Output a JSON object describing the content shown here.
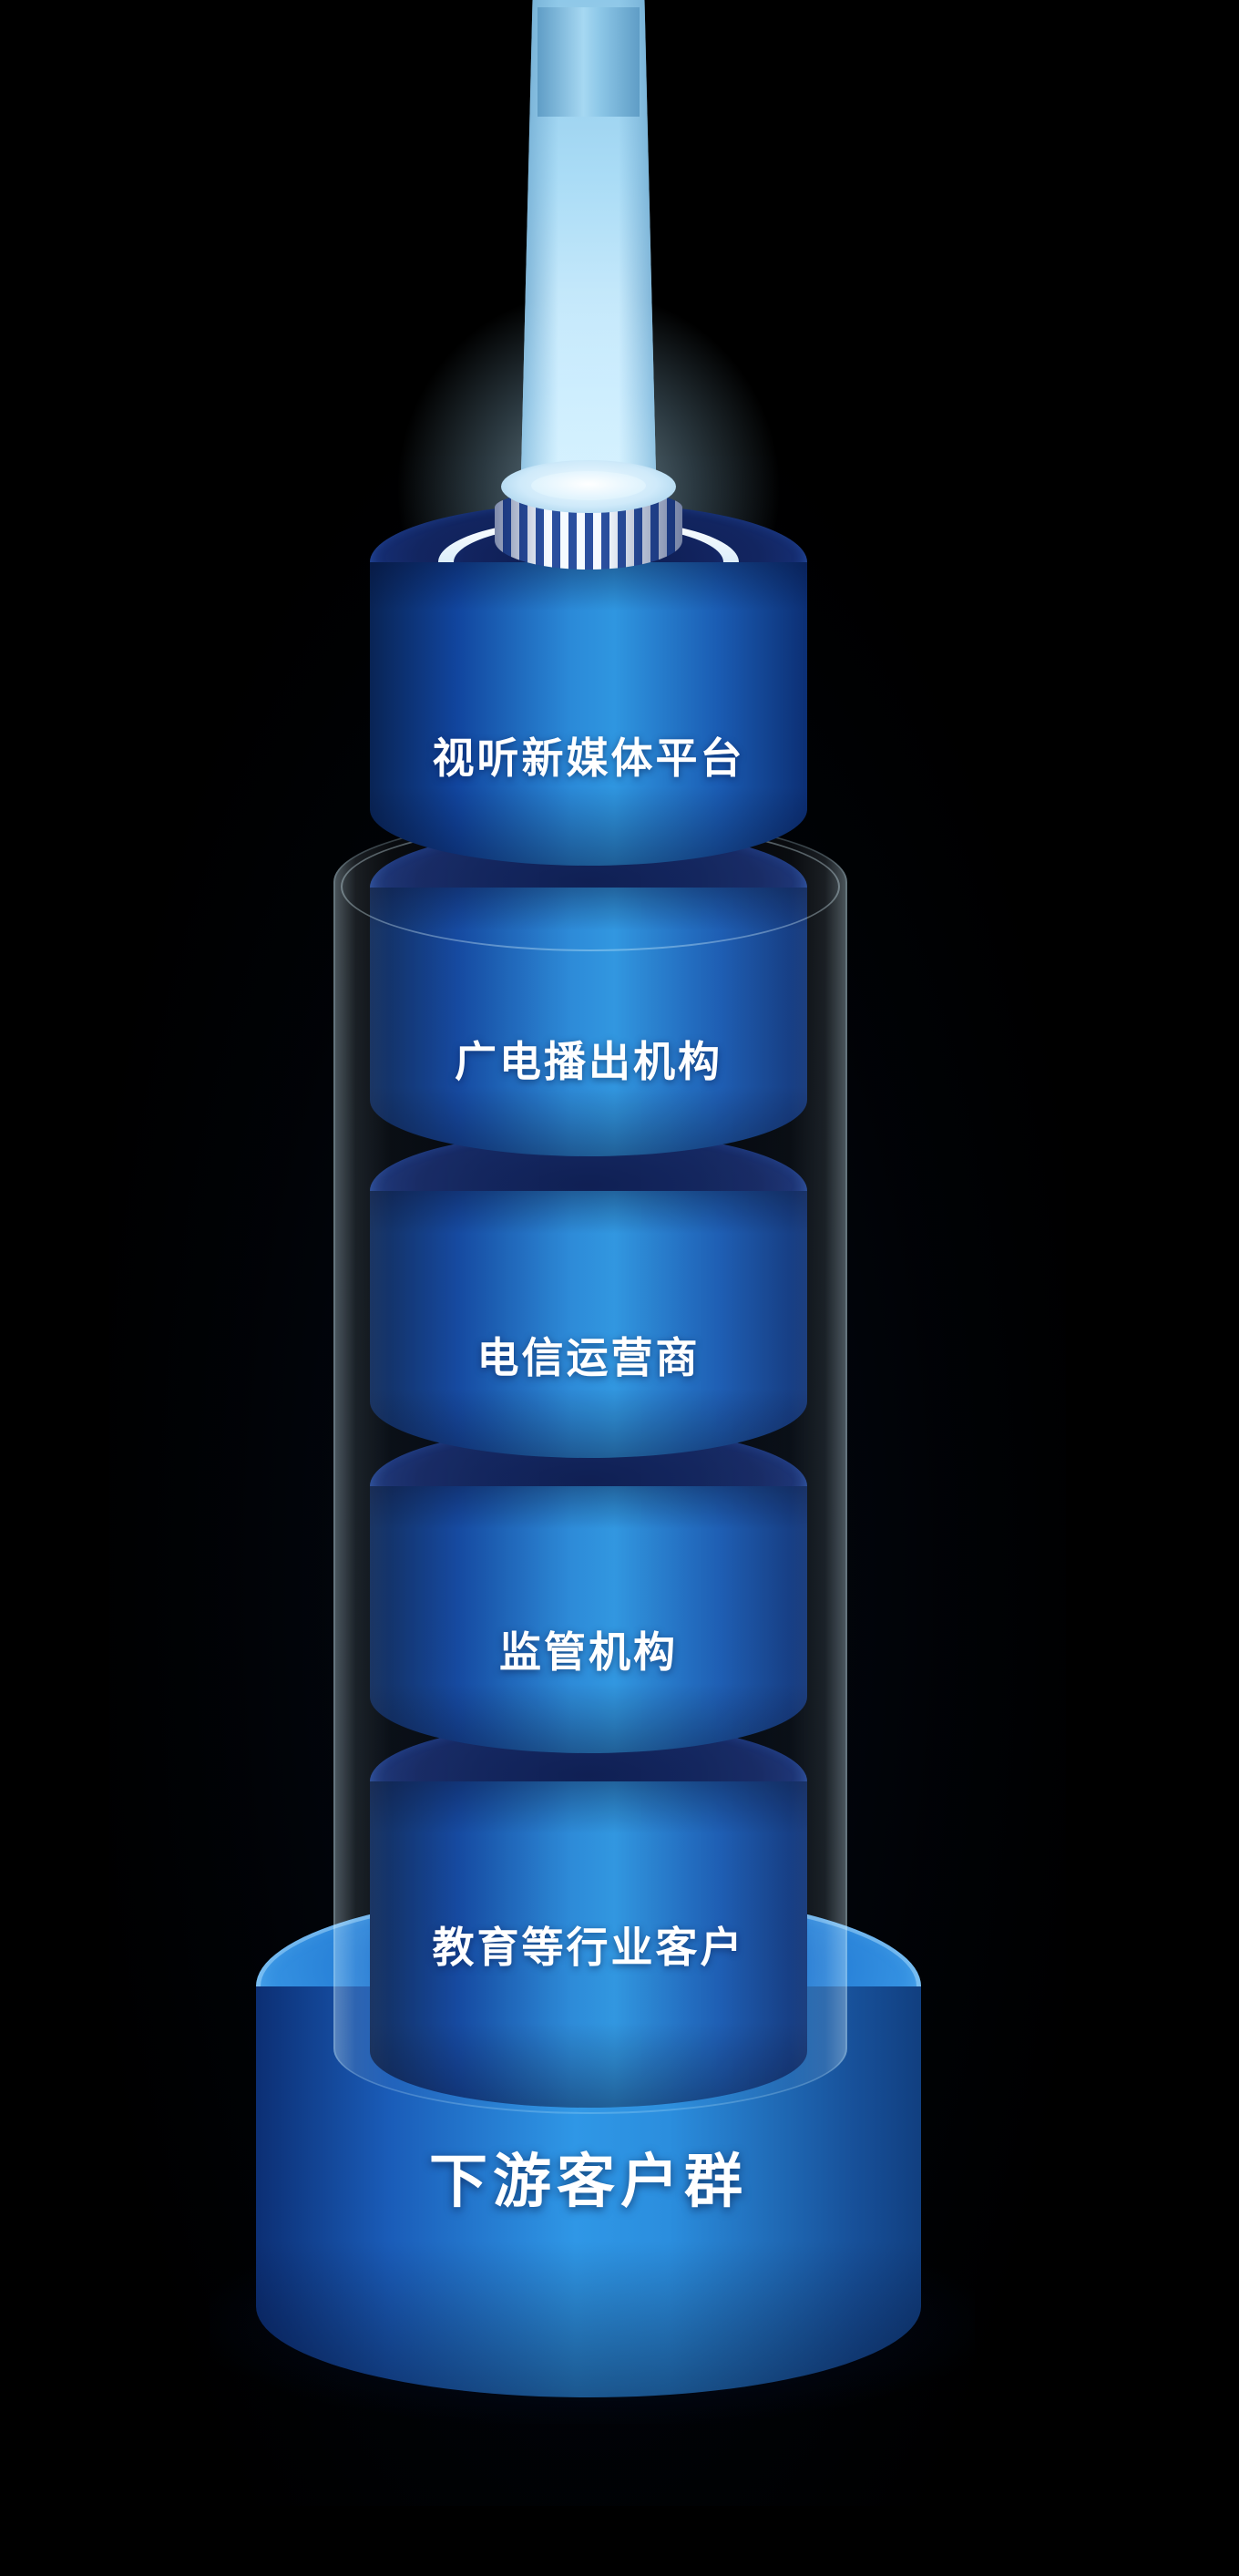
{
  "diagram": {
    "layers": [
      {
        "label": "视听新媒体平台"
      },
      {
        "label": "广电播出机构"
      },
      {
        "label": "电信运营商"
      },
      {
        "label": "监管机构"
      },
      {
        "label": "教育等行业客户"
      }
    ],
    "base": {
      "label": "下游客户群"
    },
    "colors": {
      "background": "#000000",
      "cylinder_side_dark": "#0a2868",
      "cylinder_side_bright": "#2f96e0",
      "cylinder_top": "#13235e",
      "base_bright": "#35a2ee",
      "beam_light": "#d8f1fe",
      "label_text": "#ffffff"
    }
  }
}
